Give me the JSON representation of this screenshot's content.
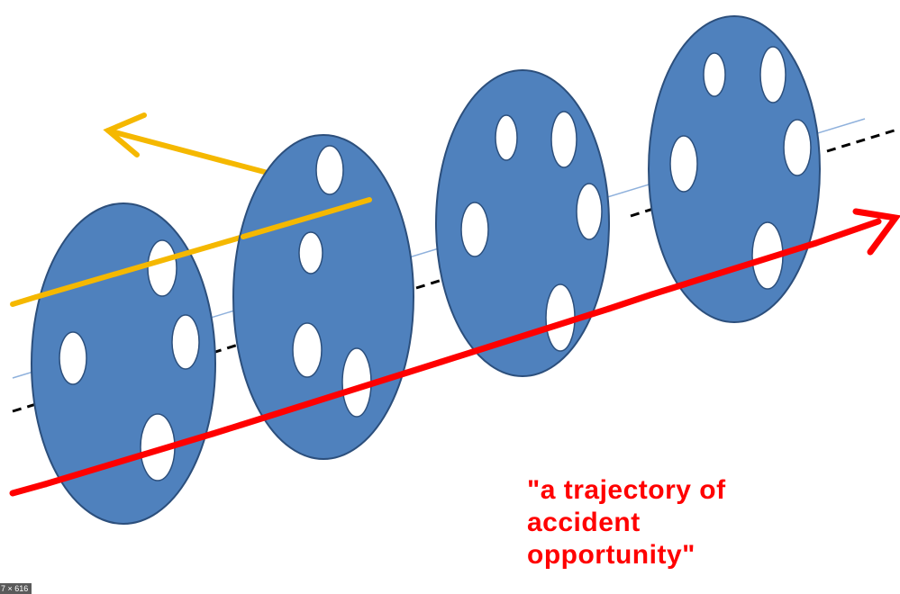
{
  "colors": {
    "slice_fill": "#4f81bd",
    "slice_stroke": "#2c4f7c",
    "hole_fill": "#ffffff",
    "failure_arrow": "#ff0000",
    "blocked_arrow": "#f5b800",
    "axis_dashed": "#000000",
    "axis_thin": "#8fb1dc",
    "caption": "#ff0000",
    "badge_bg": "#5a5a5a"
  },
  "caption": {
    "lines": [
      "\"a trajectory of",
      "accident",
      "opportunity\""
    ]
  },
  "image_size_badge": "7 × 616"
}
